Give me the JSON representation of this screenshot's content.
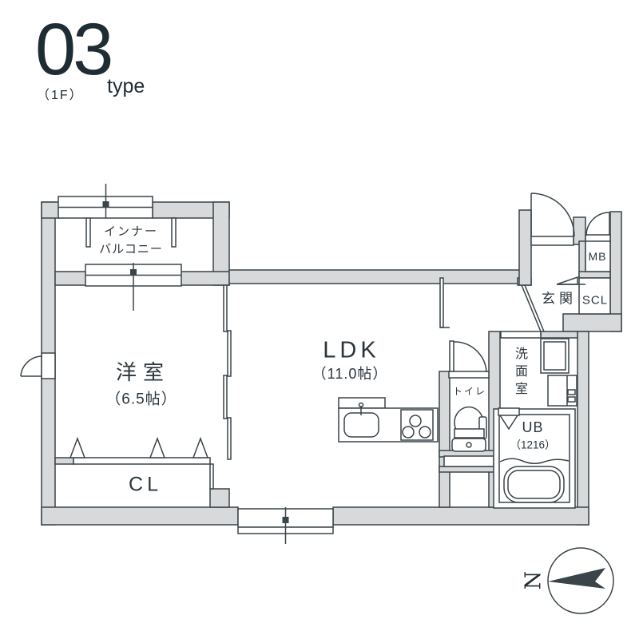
{
  "title": {
    "number": "03",
    "suffix": "type",
    "floor": "（1F）"
  },
  "rooms": {
    "inner_balcony": {
      "label_line1": "インナー",
      "label_line2": "バルコニー"
    },
    "western_room": {
      "label": "洋室",
      "size": "（6.5帖）"
    },
    "ldk": {
      "label": "LDK",
      "size": "（11.0帖）"
    },
    "closet": {
      "label": "CL"
    },
    "entrance": {
      "label": "玄関"
    },
    "meter_box": {
      "label": "MB"
    },
    "shoe_closet": {
      "label": "SCL"
    },
    "toilet": {
      "label": "トイレ"
    },
    "washroom": {
      "label": "洗面室"
    },
    "unit_bath": {
      "label": "UB",
      "size": "（1216）"
    }
  },
  "compass": {
    "north_label": "N"
  },
  "colors": {
    "wall_fill": "#d7d9db",
    "line": "#3a4449",
    "text": "#2b353c"
  }
}
